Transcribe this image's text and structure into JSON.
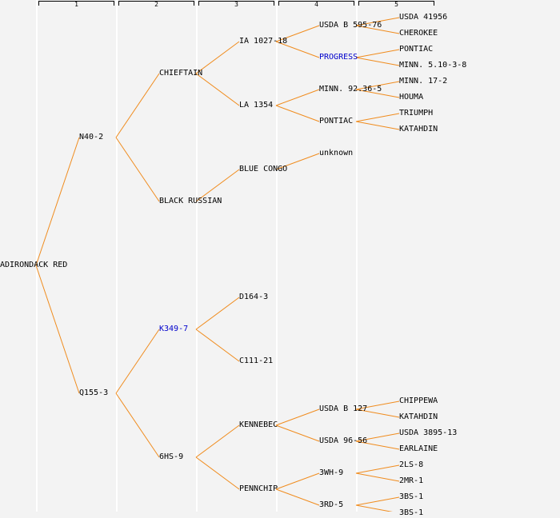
{
  "columns": [
    "1",
    "2",
    "3",
    "4",
    "5"
  ],
  "colors": {
    "line": "#f08c1e",
    "highlight": "#0000cc",
    "background": "#f3f3f3"
  },
  "tree": {
    "name": "ADIRONDACK RED",
    "children": [
      {
        "name": "N40-2",
        "children": [
          {
            "name": "CHIEFTAIN",
            "children": [
              {
                "name": "IA 1027-18",
                "children": [
                  {
                    "name": "USDA B 595-76",
                    "children": [
                      {
                        "name": "USDA 41956"
                      },
                      {
                        "name": "CHEROKEE"
                      }
                    ]
                  },
                  {
                    "name": "PROGRESS",
                    "highlight": true,
                    "children": [
                      {
                        "name": "PONTIAC"
                      },
                      {
                        "name": "MINN. 5.10-3-8"
                      }
                    ]
                  }
                ]
              },
              {
                "name": "LA 1354",
                "children": [
                  {
                    "name": "MINN. 92.36-5",
                    "children": [
                      {
                        "name": "MINN. 17-2"
                      },
                      {
                        "name": "HOUMA"
                      }
                    ]
                  },
                  {
                    "name": "PONTIAC",
                    "children": [
                      {
                        "name": "TRIUMPH"
                      },
                      {
                        "name": "KATAHDIN"
                      }
                    ]
                  }
                ]
              }
            ]
          },
          {
            "name": "BLACK RUSSIAN",
            "children": [
              {
                "name": "BLUE CONGO",
                "children": [
                  {
                    "name": "unknown"
                  }
                ]
              }
            ]
          }
        ]
      },
      {
        "name": "Q155-3",
        "children": [
          {
            "name": "K349-7",
            "highlight": true,
            "children": [
              {
                "name": "D164-3"
              },
              {
                "name": "C111-21"
              }
            ]
          },
          {
            "name": "6HS-9",
            "children": [
              {
                "name": "KENNEBEC",
                "children": [
                  {
                    "name": "USDA B 127",
                    "children": [
                      {
                        "name": "CHIPPEWA"
                      },
                      {
                        "name": "KATAHDIN"
                      }
                    ]
                  },
                  {
                    "name": "USDA 96-56",
                    "children": [
                      {
                        "name": "USDA 3895-13"
                      },
                      {
                        "name": "EARLAINE"
                      }
                    ]
                  }
                ]
              },
              {
                "name": "PENNCHIP",
                "children": [
                  {
                    "name": "3WH-9",
                    "children": [
                      {
                        "name": "2LS-8"
                      },
                      {
                        "name": "2MR-1"
                      }
                    ]
                  },
                  {
                    "name": "3RD-5",
                    "children": [
                      {
                        "name": "3BS-1"
                      },
                      {
                        "name": "3BS-1"
                      }
                    ]
                  }
                ]
              }
            ]
          }
        ]
      }
    ]
  }
}
